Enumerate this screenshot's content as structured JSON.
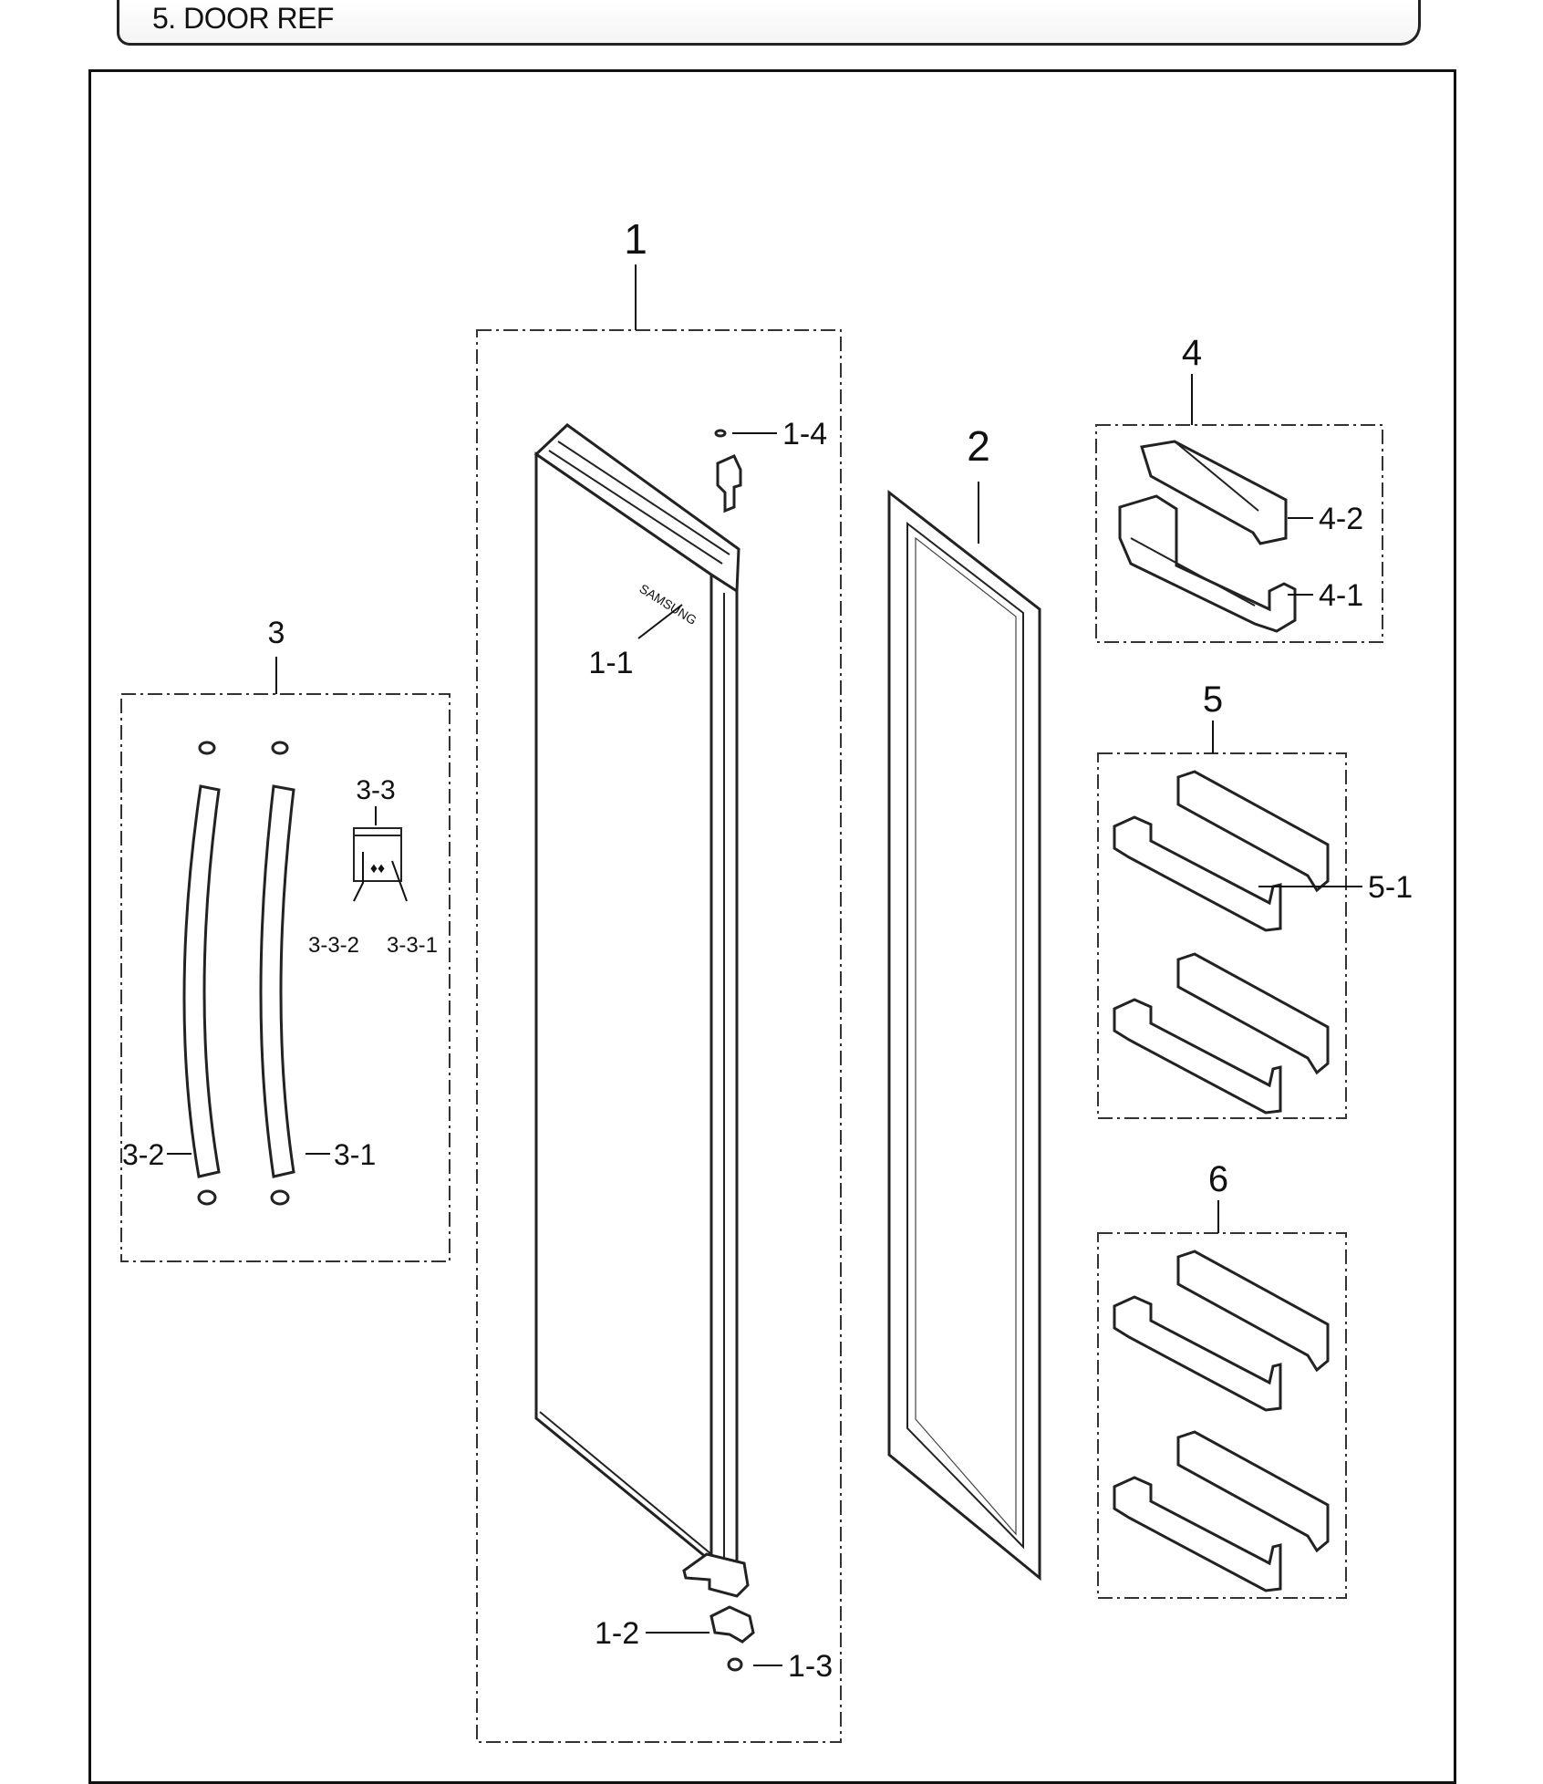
{
  "header": {
    "title": "5. DOOR REF"
  },
  "callouts": {
    "door_assy": "1",
    "door_logo": "1-1",
    "lower_hinge": "1-2",
    "hinge_cap": "1-3",
    "upper_hinge": "1-4",
    "gasket": "2",
    "handle_group": "3",
    "handle_right": "3-1",
    "handle_left": "3-2",
    "screw_kit": "3-3",
    "screw_kit_2": "3-3-2",
    "screw_kit_1": "3-3-1",
    "guard_group": "4",
    "guard_lower": "4-1",
    "guard_upper": "4-2",
    "bin_group_5": "5",
    "bin_5_1": "5-1",
    "bin_group_6": "6"
  }
}
